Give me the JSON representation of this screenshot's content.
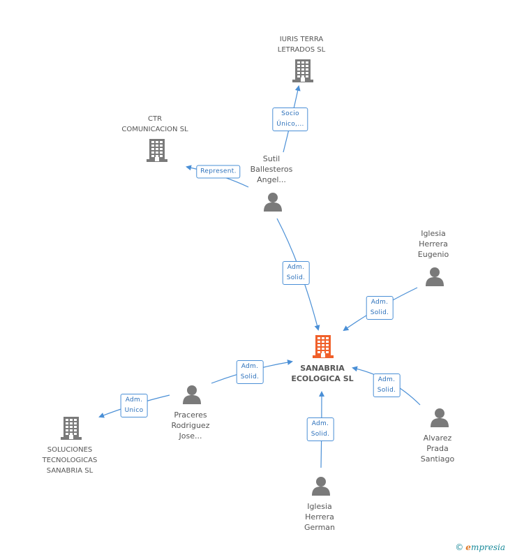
{
  "nodes": {
    "iuris": {
      "label": "IURIS TERRA\nLETRADOS  SL",
      "kind": "company",
      "icon": "building-icon"
    },
    "ctr": {
      "label": "CTR\nCOMUNICACION SL",
      "kind": "company",
      "icon": "building-icon"
    },
    "sutil": {
      "label": "Sutil\nBallesteros\nAngel...",
      "kind": "person",
      "icon": "person-icon"
    },
    "iglesia_eugenio": {
      "label": "Iglesia\nHerrera\nEugenio",
      "kind": "person",
      "icon": "person-icon"
    },
    "sanabria": {
      "label": "SANABRIA\nECOLOGICA SL",
      "kind": "main-company",
      "icon": "building-icon"
    },
    "praceres": {
      "label": "Praceres\nRodriguez\nJose...",
      "kind": "person",
      "icon": "person-icon"
    },
    "soluciones": {
      "label": "SOLUCIONES\nTECNOLOGICAS\nSANABRIA SL",
      "kind": "company",
      "icon": "building-icon"
    },
    "alvarez": {
      "label": "Alvarez\nPrada\nSantiago",
      "kind": "person",
      "icon": "person-icon"
    },
    "iglesia_german": {
      "label": "Iglesia\nHerrera\nGerman",
      "kind": "person",
      "icon": "person-icon"
    }
  },
  "edges": {
    "sutil_iuris": "Socio\nÚnico,...",
    "sutil_ctr": "Represent.",
    "sutil_sanabria": "Adm.\nSolid.",
    "eugenio_sanabria": "Adm.\nSolid.",
    "praceres_sanabria": "Adm.\nSolid.",
    "praceres_soluciones": "Adm.\nUnico",
    "alvarez_sanabria": "Adm.\nSolid.",
    "german_sanabria": "Adm.\nSolid."
  },
  "colors": {
    "edge": "#4a8fd6",
    "entity_icon": "#7a7a7a",
    "main_icon": "#f0602a"
  },
  "footer": {
    "copyright": "©",
    "brand_first": "e",
    "brand_rest": "mpresia"
  }
}
